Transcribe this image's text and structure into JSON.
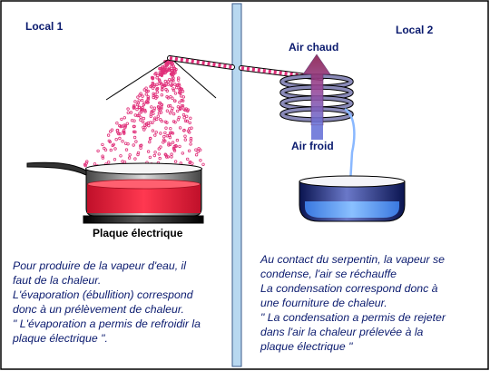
{
  "rooms": {
    "left_title": "Local 1",
    "right_title": "Local 2"
  },
  "labels": {
    "hot_air": "Air chaud",
    "cold_air": "Air froid",
    "hot_plate": "Plaque électrique"
  },
  "text_left": [
    "Pour produire de la vapeur d'eau, il",
    "faut de la chaleur.",
    "L'évaporation (ébullition) correspond",
    "donc à un prélèvement de chaleur.",
    "\" L'évaporation a permis de refroidir la",
    "plaque électrique \"."
  ],
  "text_right": [
    "Au contact du serpentin, la vapeur se",
    "condense, l'air se réchauffe",
    "La condensation correspond donc à",
    "une fourniture de chaleur.",
    "\" La condensation a permis de rejeter",
    "dans l'air la chaleur prélevée à la",
    "plaque électrique \""
  ],
  "colors": {
    "frame": "#000000",
    "wall": "#b8d8f0",
    "steam": "#e0307a",
    "water": "#f0203c",
    "bowl_water": "#5aa0ff",
    "bowl": "#1c2a6e",
    "coil": "#8a8ab8",
    "arrow": "#9a3c7a",
    "cold_arrow": "#6070d0"
  }
}
